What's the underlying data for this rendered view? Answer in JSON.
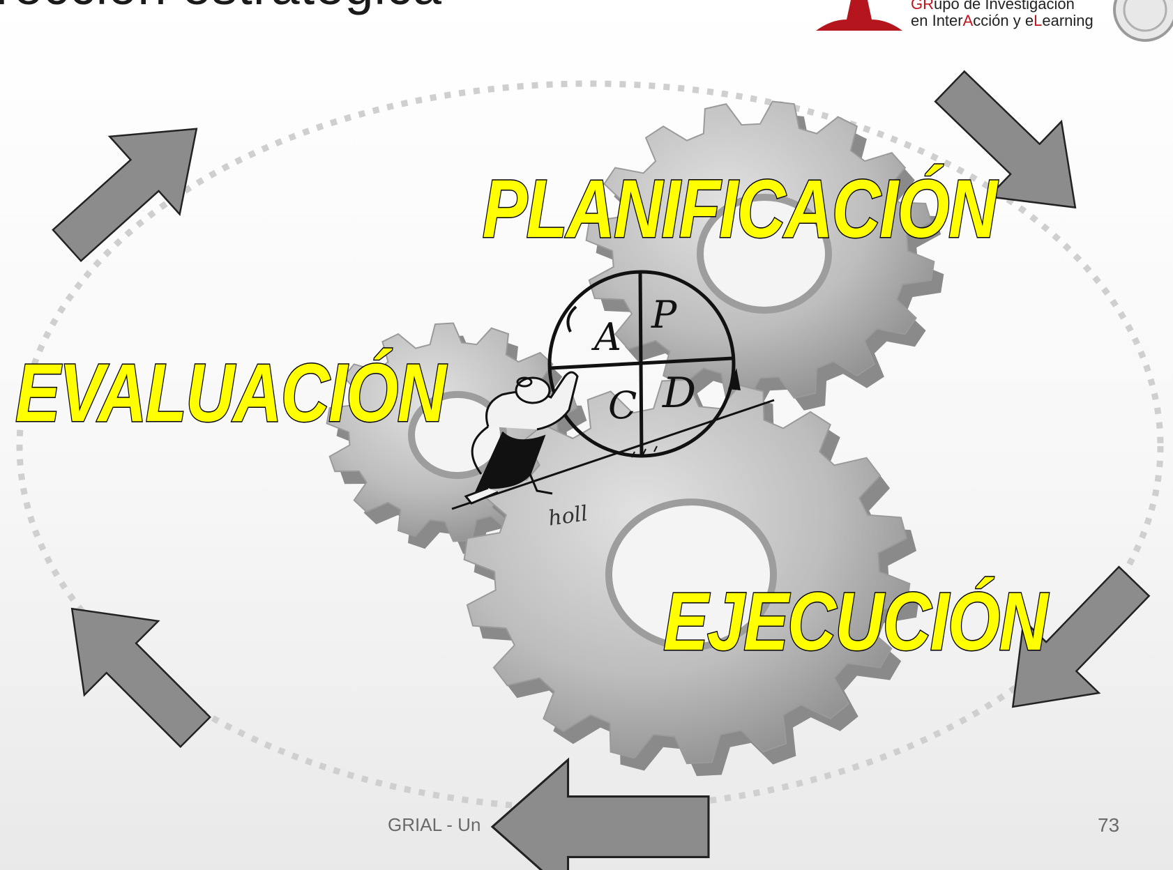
{
  "slide": {
    "title": "rección estratégica",
    "footer": "GRIAL - Un",
    "page_number": "73"
  },
  "logo": {
    "line1": {
      "a": "GR",
      "b": "upo de Investigación"
    },
    "line2": {
      "a": "en Inter",
      "b": "A",
      "c": "cción y e",
      "d": "L",
      "e": "earning"
    }
  },
  "cycle": {
    "stages": [
      "PLANIFICACIÓN",
      "EJECUCIÓN",
      "EVALUACIÓN"
    ],
    "pdca": {
      "p": "P",
      "d": "D",
      "c": "C",
      "a": "A"
    },
    "signature": "holl"
  },
  "colors": {
    "label_fill": "#ffff00",
    "arrow_fill": "#8c8c8c",
    "gear": "#bdbdbd",
    "brand_red": "#c0141b"
  },
  "icons": [
    "cycle-arrow-icon",
    "gear-icon",
    "pdca-wheel-icon",
    "person-pushing-icon"
  ]
}
